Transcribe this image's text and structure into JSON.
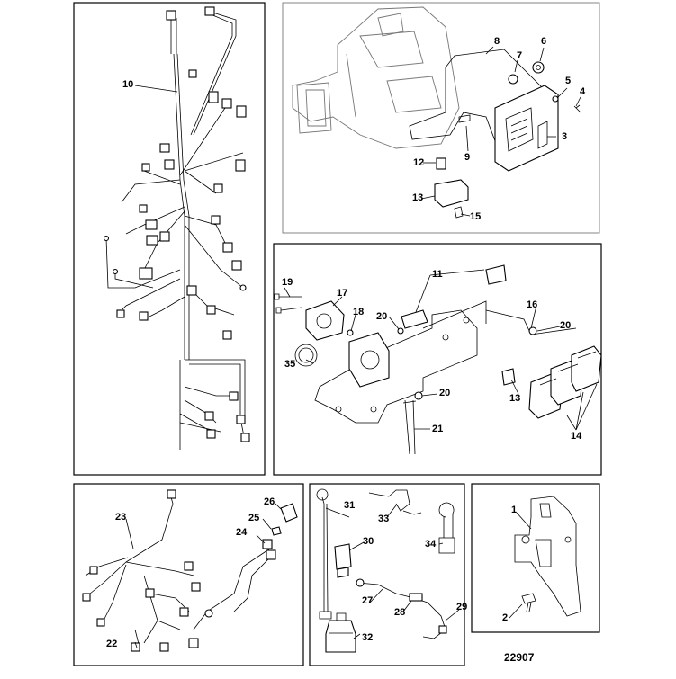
{
  "callouts": {
    "n1": "1",
    "n2": "2",
    "n3": "3",
    "n4": "4",
    "n5": "5",
    "n6": "6",
    "n7": "7",
    "n8": "8",
    "n9": "9",
    "n10": "10",
    "n11": "11",
    "n12": "12",
    "n13a": "13",
    "n13b": "13",
    "n14": "14",
    "n15": "15",
    "n16": "16",
    "n17": "17",
    "n18": "18",
    "n19": "19",
    "n20a": "20",
    "n20b": "20",
    "n20c": "20",
    "n21": "21",
    "n22": "22",
    "n23": "23",
    "n24": "24",
    "n25": "25",
    "n26": "26",
    "n27": "27",
    "n28": "28",
    "n29": "29",
    "n30": "30",
    "n31": "31",
    "n32": "32",
    "n33": "33",
    "n34": "34",
    "n35": "35"
  },
  "figure_number": "22907"
}
